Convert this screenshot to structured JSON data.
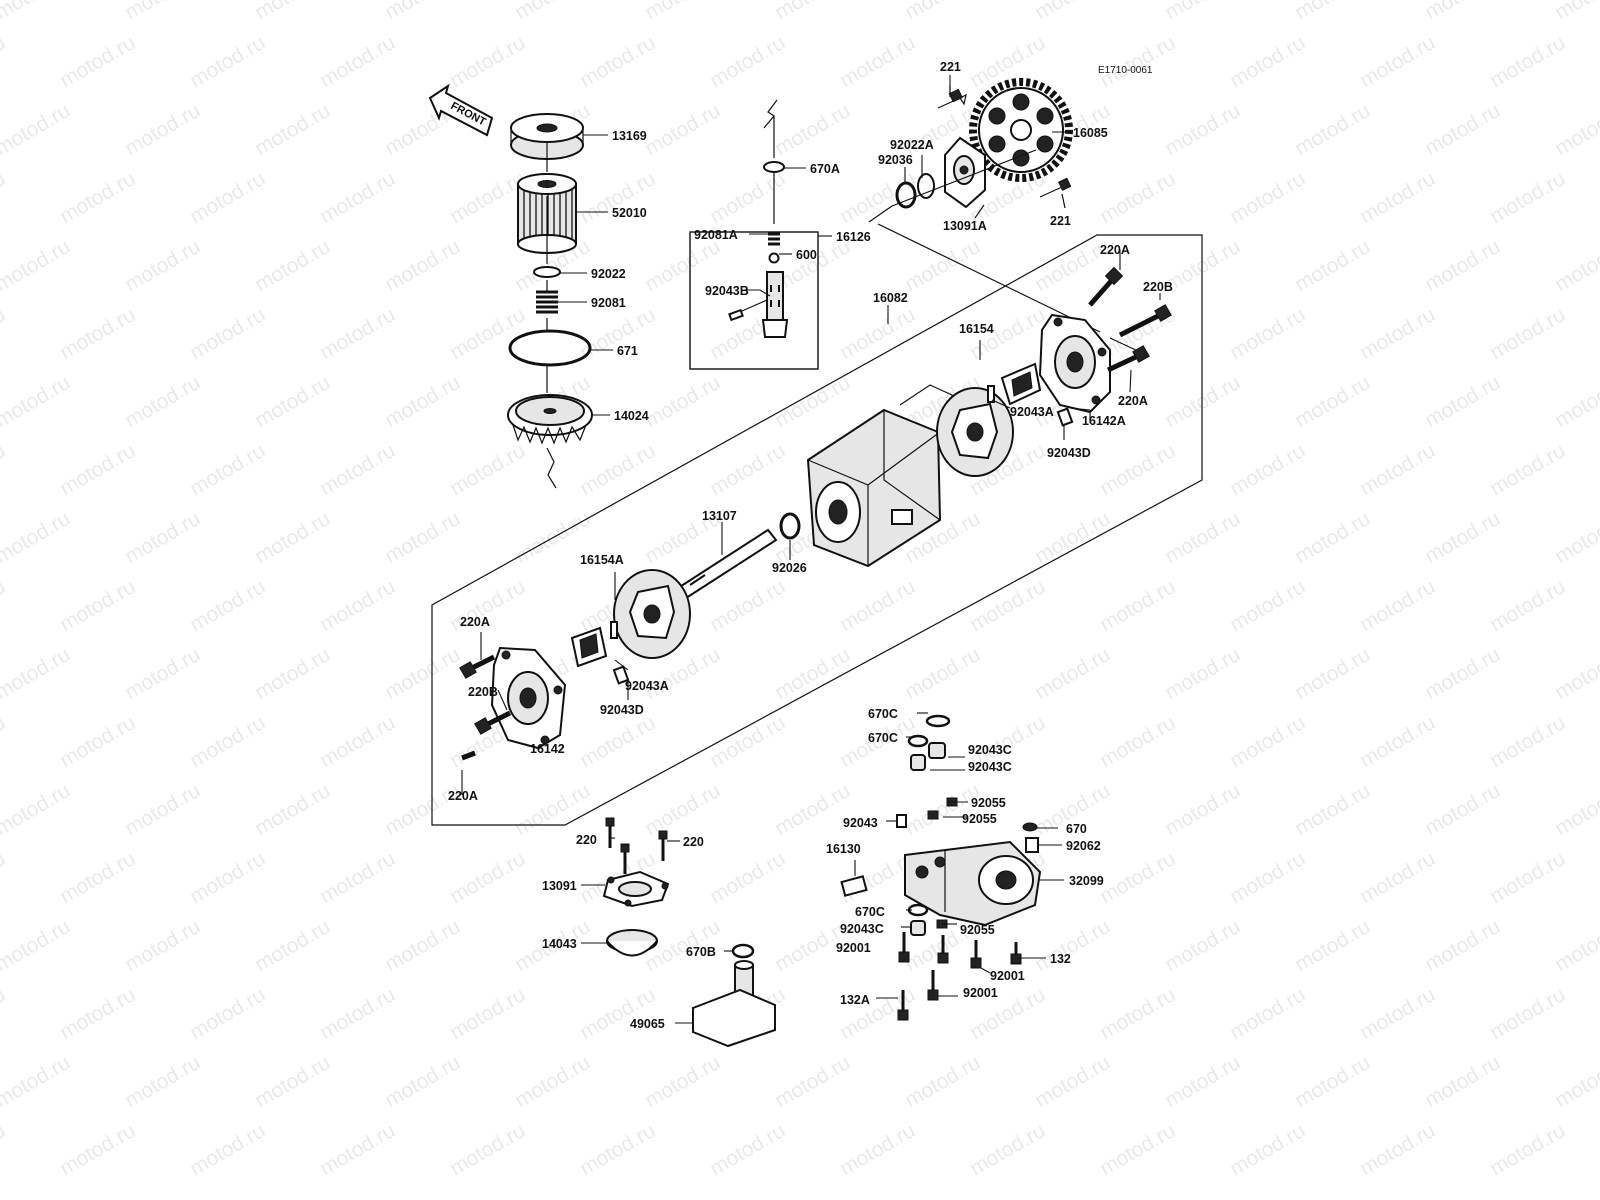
{
  "watermark": "motod.ru",
  "diagram_code": "E1710-0061",
  "front_arrow_label": "FRONT",
  "labels": {
    "p13169": "13169",
    "p52010": "52010",
    "p92022": "92022",
    "p92081": "92081",
    "p671": "671",
    "p14024": "14024",
    "p670A": "670A",
    "p92081A": "92081A",
    "p16126": "16126",
    "p600": "600",
    "p92043B": "92043B",
    "p221_top": "221",
    "p16085": "16085",
    "p92022A": "92022A",
    "p92036": "92036",
    "p13091A": "13091A",
    "p221_bottom": "221",
    "p220A_r1": "220A",
    "p220B_r": "220B",
    "p16082": "16082",
    "p16154": "16154",
    "p220A_r2": "220A",
    "p92043A_r": "92043A",
    "p16142A": "16142A",
    "p92043D_r": "92043D",
    "p13107": "13107",
    "p92026": "92026",
    "p16154A": "16154A",
    "p220A_l1": "220A",
    "p92043A_l": "92043A",
    "p220B_l": "220B",
    "p92043D_l": "92043D",
    "p16142": "16142",
    "p220A_l2": "220A",
    "p670C_1": "670C",
    "p670C_2": "670C",
    "p92043C_1": "92043C",
    "p92043C_2": "92043C",
    "p92055_1": "92055",
    "p92055_2": "92055",
    "p92043": "92043",
    "p670": "670",
    "p92062": "92062",
    "p16130": "16130",
    "p32099": "32099",
    "p670C_3": "670C",
    "p92055_3": "92055",
    "p92043C_3": "92043C",
    "p92001_1": "92001",
    "p132": "132",
    "p92001_2": "92001",
    "p92001_3": "92001",
    "p132A": "132A",
    "p220_l": "220",
    "p220_r": "220",
    "p13091": "13091",
    "p14043": "14043",
    "p670B": "670B",
    "p49065": "49065"
  }
}
